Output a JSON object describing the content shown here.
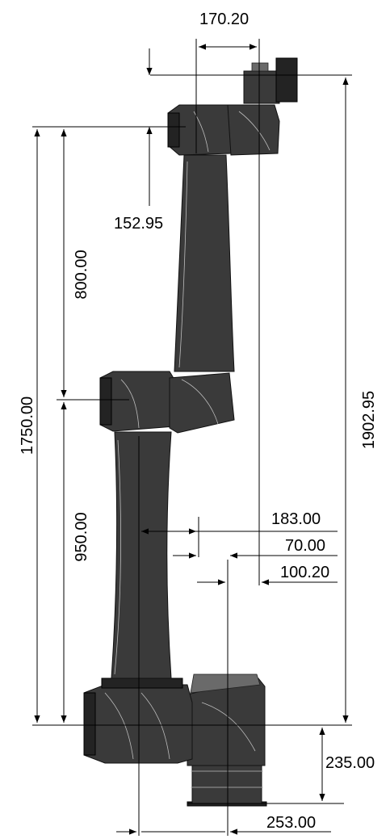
{
  "dimensions": {
    "top_offset": "170.20",
    "flange_height": "152.95",
    "upper_arm": "800.00",
    "total_reach": "1750.00",
    "overall_height": "1902.95",
    "lower_arm": "950.00",
    "offset_a": "183.00",
    "offset_b": "70.00",
    "offset_c": "100.20",
    "base_height": "235.00",
    "base_offset": "253.00"
  },
  "colors": {
    "robot_body": "#3a3a3a",
    "robot_dark": "#232323",
    "dimension_lines": "#000000"
  }
}
